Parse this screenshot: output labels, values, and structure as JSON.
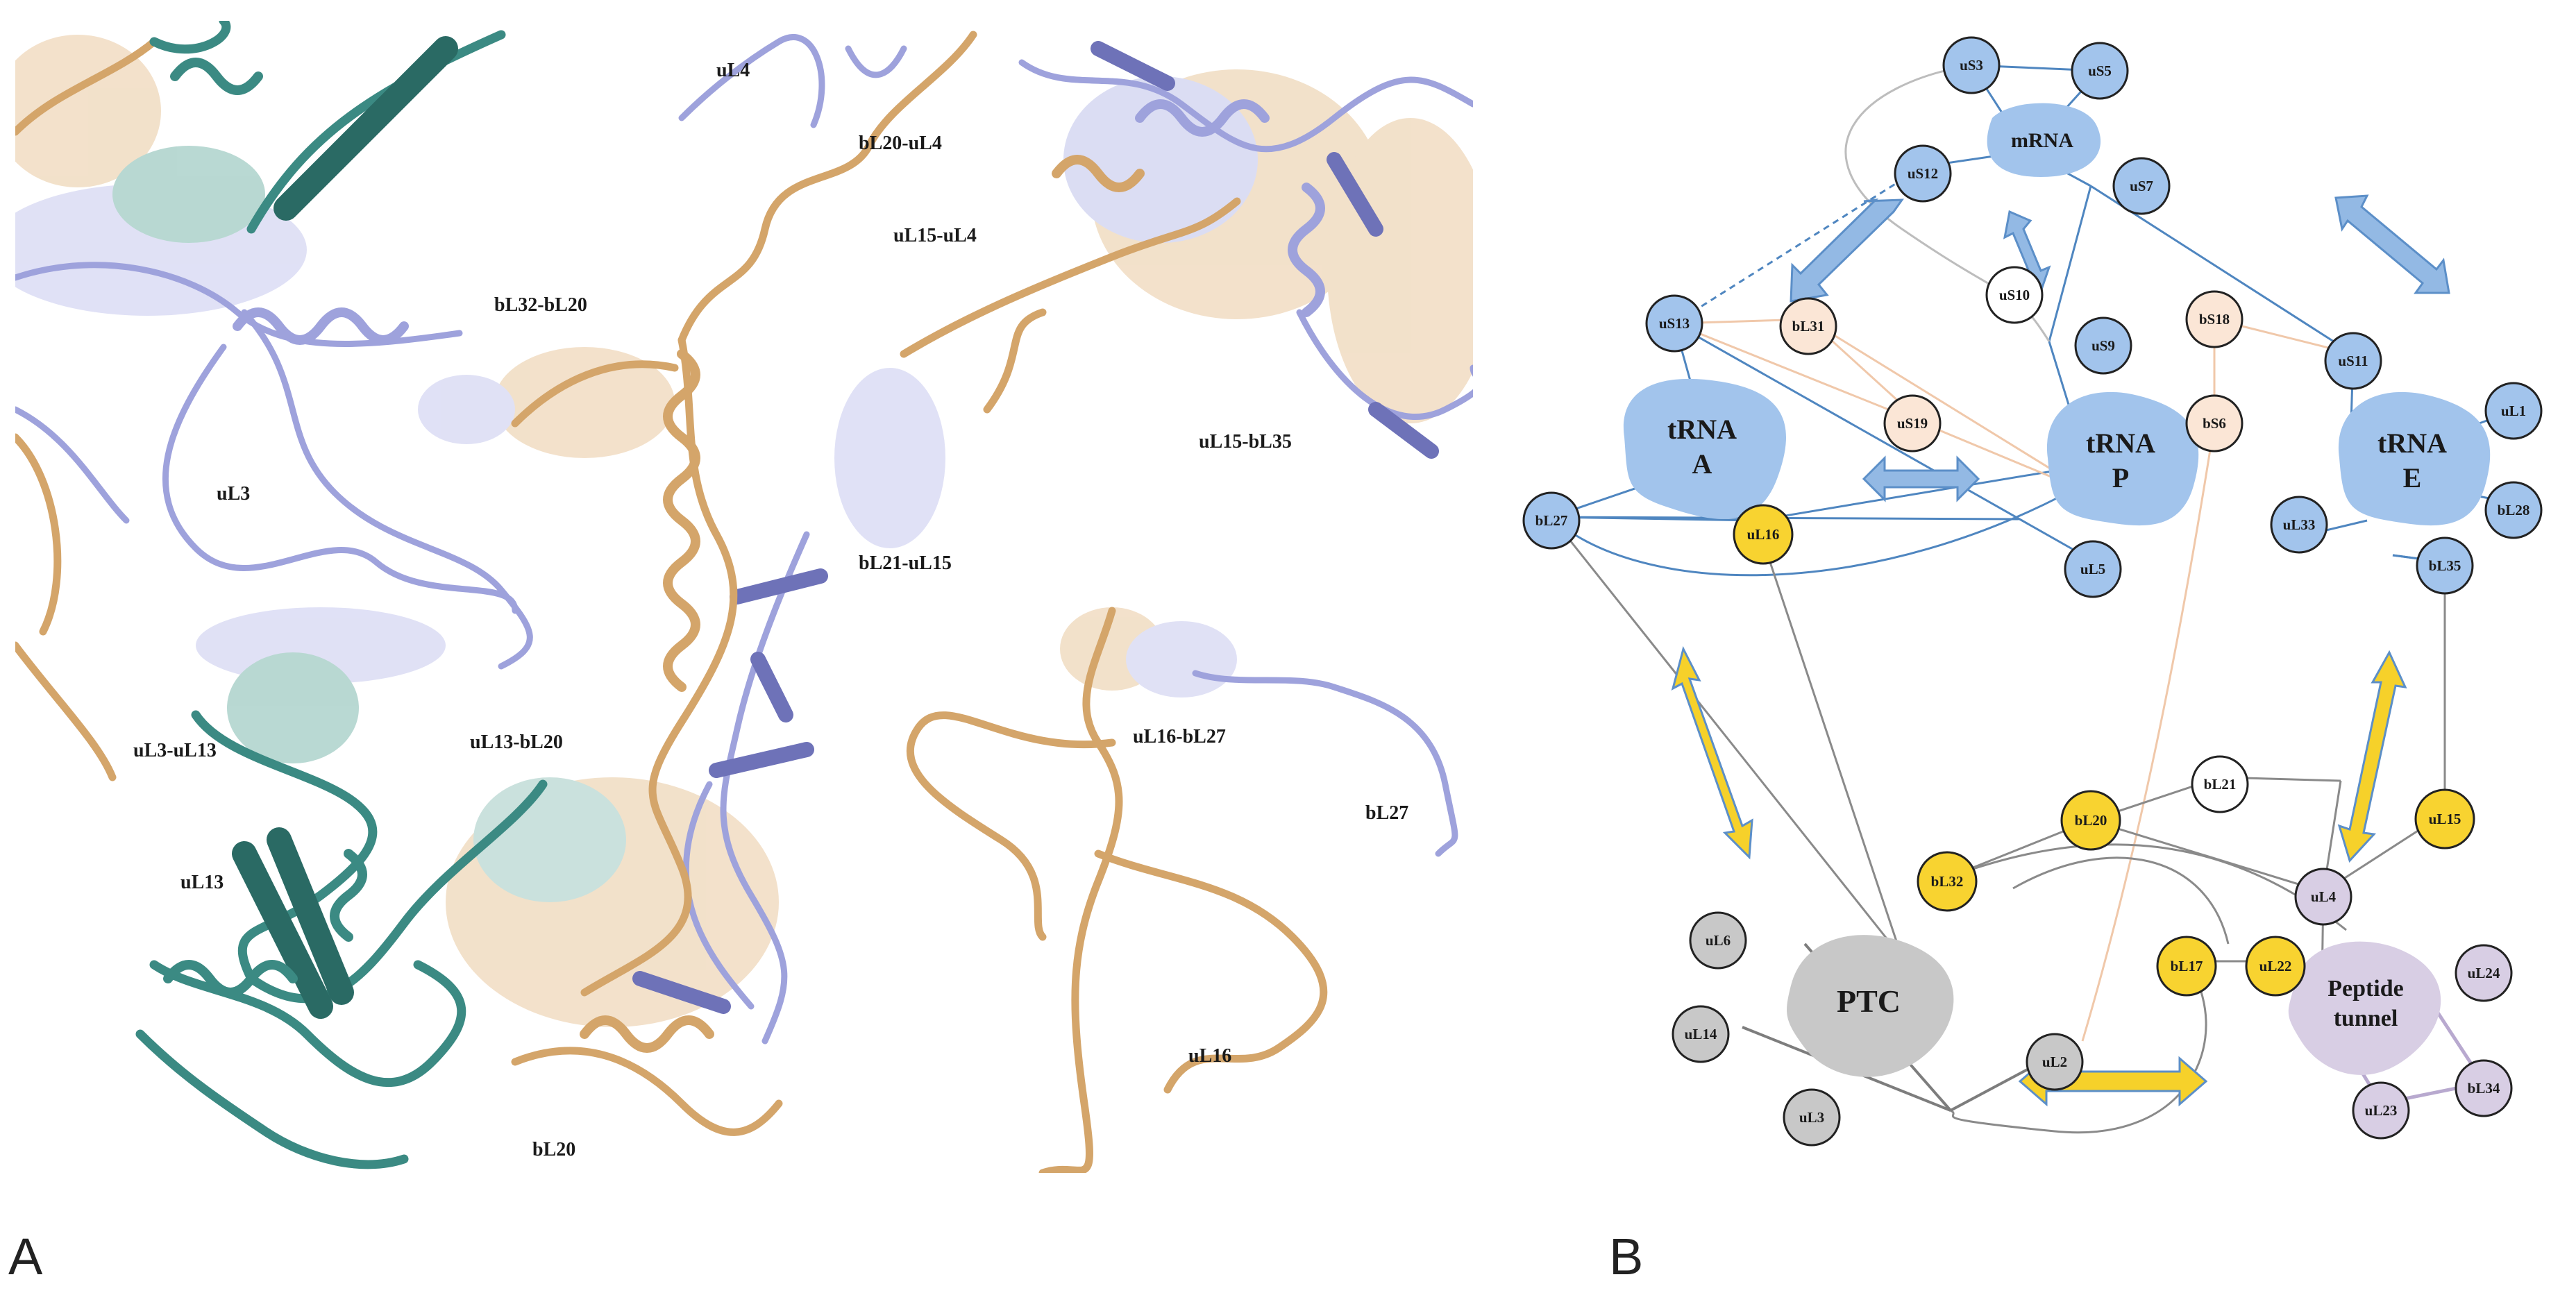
{
  "panel_a": {
    "letter": "A",
    "labels": [
      {
        "id": "ul4",
        "text": "uL4"
      },
      {
        "id": "bl20ul4",
        "text": "bL20-uL4"
      },
      {
        "id": "ul15ul4",
        "text": "uL15-uL4"
      },
      {
        "id": "bl32bl20",
        "text": "bL32-bL20"
      },
      {
        "id": "ul15bl35",
        "text": "uL15-bL35"
      },
      {
        "id": "ul3",
        "text": "uL3"
      },
      {
        "id": "bl21ul15",
        "text": "bL21-uL15"
      },
      {
        "id": "ul3ul13",
        "text": "uL3-uL13"
      },
      {
        "id": "ul13bl20",
        "text": "uL13-bL20"
      },
      {
        "id": "ul16bl27",
        "text": "uL16-bL27"
      },
      {
        "id": "bl27",
        "text": "bL27"
      },
      {
        "id": "ul13",
        "text": "uL13"
      },
      {
        "id": "ul16",
        "text": "uL16"
      },
      {
        "id": "bl20",
        "text": "bL20"
      }
    ],
    "colors": {
      "lavender": "#9ea2dc",
      "tan": "#d9b27c",
      "teal": "#3b8a83",
      "dark_teal": "#2a6a64"
    }
  },
  "panel_b": {
    "letter": "B",
    "colors": {
      "blue": "#a2c4ec",
      "yellow": "#f8d330",
      "white": "#ffffff",
      "peach": "#fbe6d6",
      "grey": "#c8c8c8",
      "lavender": "#d8cee4",
      "edge_blue": "#4f86c0",
      "edge_peach": "#f0c8aa",
      "edge_grey": "#8a8a8a",
      "arrow_blue": "#93b9e4",
      "arrow_yellow": "#f6d12a"
    },
    "hubs": [
      {
        "id": "mrna",
        "text": "mRNA",
        "color": "blue"
      },
      {
        "id": "trna_a",
        "text": "tRNA A",
        "color": "blue"
      },
      {
        "id": "trna_p",
        "text": "tRNA P",
        "color": "blue"
      },
      {
        "id": "trna_e",
        "text": "tRNA E",
        "color": "blue"
      },
      {
        "id": "ptc",
        "text": "PTC",
        "color": "grey"
      },
      {
        "id": "peptide_tunnel",
        "text": "Peptide tunnel",
        "color": "lavender"
      }
    ],
    "proteins": [
      {
        "id": "uS3",
        "text": "uS3",
        "color": "blue"
      },
      {
        "id": "uS5",
        "text": "uS5",
        "color": "blue"
      },
      {
        "id": "uS12",
        "text": "uS12",
        "color": "blue"
      },
      {
        "id": "uS7",
        "text": "uS7",
        "color": "blue"
      },
      {
        "id": "uS10",
        "text": "uS10",
        "color": "white"
      },
      {
        "id": "uS9",
        "text": "uS9",
        "color": "blue"
      },
      {
        "id": "bS18",
        "text": "bS18",
        "color": "peach"
      },
      {
        "id": "uS13",
        "text": "uS13",
        "color": "blue"
      },
      {
        "id": "bL31",
        "text": "bL31",
        "color": "peach"
      },
      {
        "id": "uS19",
        "text": "uS19",
        "color": "peach"
      },
      {
        "id": "bS6",
        "text": "bS6",
        "color": "peach"
      },
      {
        "id": "uS11",
        "text": "uS11",
        "color": "blue"
      },
      {
        "id": "uL1",
        "text": "uL1",
        "color": "blue"
      },
      {
        "id": "bL27",
        "text": "bL27",
        "color": "blue"
      },
      {
        "id": "uL16",
        "text": "uL16",
        "color": "yellow"
      },
      {
        "id": "uL5",
        "text": "uL5",
        "color": "blue"
      },
      {
        "id": "bL28",
        "text": "bL28",
        "color": "blue"
      },
      {
        "id": "uL33",
        "text": "uL33",
        "color": "blue"
      },
      {
        "id": "bL35",
        "text": "bL35",
        "color": "blue"
      },
      {
        "id": "bL21",
        "text": "bL21",
        "color": "white"
      },
      {
        "id": "bL20",
        "text": "bL20",
        "color": "yellow"
      },
      {
        "id": "uL15",
        "text": "uL15",
        "color": "yellow"
      },
      {
        "id": "bL32",
        "text": "bL32",
        "color": "yellow"
      },
      {
        "id": "uL4",
        "text": "uL4",
        "color": "lavender"
      },
      {
        "id": "uL6",
        "text": "uL6",
        "color": "grey"
      },
      {
        "id": "bL17",
        "text": "bL17",
        "color": "yellow"
      },
      {
        "id": "uL22",
        "text": "uL22",
        "color": "yellow"
      },
      {
        "id": "uL24",
        "text": "uL24",
        "color": "lavender"
      },
      {
        "id": "uL14",
        "text": "uL14",
        "color": "grey"
      },
      {
        "id": "uL2",
        "text": "uL2",
        "color": "grey"
      },
      {
        "id": "bL34",
        "text": "bL34",
        "color": "lavender"
      },
      {
        "id": "uL3",
        "text": "uL3",
        "color": "grey"
      },
      {
        "id": "uL23",
        "text": "uL23",
        "color": "lavender"
      }
    ]
  }
}
